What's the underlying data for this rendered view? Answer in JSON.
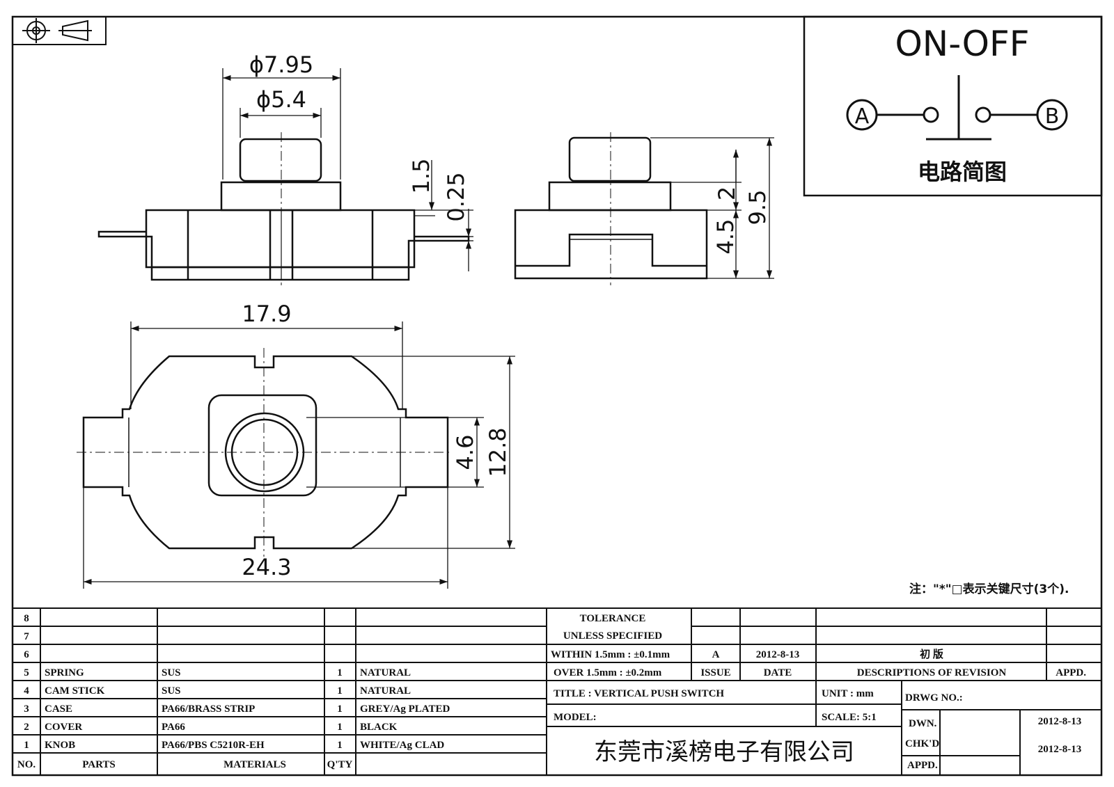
{
  "dims": {
    "phi795": "ϕ7.95",
    "phi54": "ϕ5.4",
    "d15": "1.5",
    "d025": "0.25",
    "d2": "2",
    "d95": "9.5",
    "d45": "4.5",
    "d179": "17.9",
    "d128": "12.8",
    "d46": "4.6",
    "d243": "24.3"
  },
  "circuit": {
    "title": "ON-OFF",
    "a": "A",
    "b": "B",
    "caption": "电路简图"
  },
  "note": "注：\"*\"□表示关键尺寸(3个).",
  "bom": {
    "rows": [
      {
        "no": "8",
        "part": "",
        "material": "",
        "qty": "",
        "finish": ""
      },
      {
        "no": "7",
        "part": "",
        "material": "",
        "qty": "",
        "finish": ""
      },
      {
        "no": "6",
        "part": "",
        "material": "",
        "qty": "",
        "finish": ""
      },
      {
        "no": "5",
        "part": "SPRING",
        "material": "SUS",
        "qty": "1",
        "finish": "NATURAL"
      },
      {
        "no": "4",
        "part": "CAM STICK",
        "material": "SUS",
        "qty": "1",
        "finish": "NATURAL"
      },
      {
        "no": "3",
        "part": "CASE",
        "material": "PA66/BRASS STRIP",
        "qty": "1",
        "finish": "GREY/Ag PLATED"
      },
      {
        "no": "2",
        "part": "COVER",
        "material": "PA66",
        "qty": "1",
        "finish": "BLACK"
      },
      {
        "no": "1",
        "part": "KNOB",
        "material": "PA66/PBS C5210R-EH",
        "qty": "1",
        "finish": "WHITE/Ag CLAD"
      }
    ],
    "header": {
      "no": "NO.",
      "parts": "PARTS",
      "materials": "MATERIALS",
      "qty": "Q'TY"
    }
  },
  "title_block": {
    "tol1": "TOLERANCE",
    "tol2": "UNLESS  SPECIFIED",
    "tol3": "WITHIN 1.5mm : ±0.1mm",
    "tol4": "OVER 1.5mm : ±0.2mm",
    "issue_val": "A",
    "date_val": "2012-8-13",
    "rev_val": "初  版",
    "issue": "ISSUE",
    "date": "DATE",
    "desc": "DESCRIPTIONS OF REVISION",
    "appd": "APPD.",
    "title": "TITLE :  VERTICAL PUSH SWITCH",
    "unit": "UNIT :  mm",
    "drwg": "DRWG NO.:",
    "model": "MODEL:",
    "scale": "SCALE:  5:1",
    "dwn": "DWN.",
    "dwn_date": "2012-8-13",
    "chkd": "CHK'D",
    "chkd_date": "2012-8-13",
    "appd2": "APPD.",
    "company": "东莞市溪榜电子有限公司"
  }
}
